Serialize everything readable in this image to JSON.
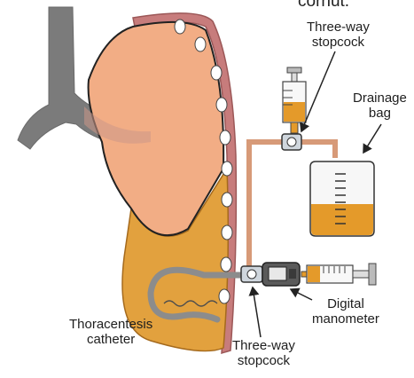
{
  "figure": {
    "cropped_text": "cornut.",
    "labels": {
      "stopcock_top": [
        "Three-way",
        "stopcock"
      ],
      "drainage_bag": [
        "Drainage",
        "bag"
      ],
      "manometer": [
        "Digital",
        "manometer"
      ],
      "catheter": [
        "Thoracentesis",
        "catheter"
      ],
      "stopcock_bottom": [
        "Three-way",
        "stopcock"
      ]
    },
    "colors": {
      "lung": "#f2ad85",
      "effusion": "#e2a13e",
      "chest_wall": "#c77c7c",
      "airway": "#7b7b7b",
      "tubing": "#d79a78",
      "fluid": "#e49a2a",
      "catheter": "#9a9a9a"
    }
  }
}
